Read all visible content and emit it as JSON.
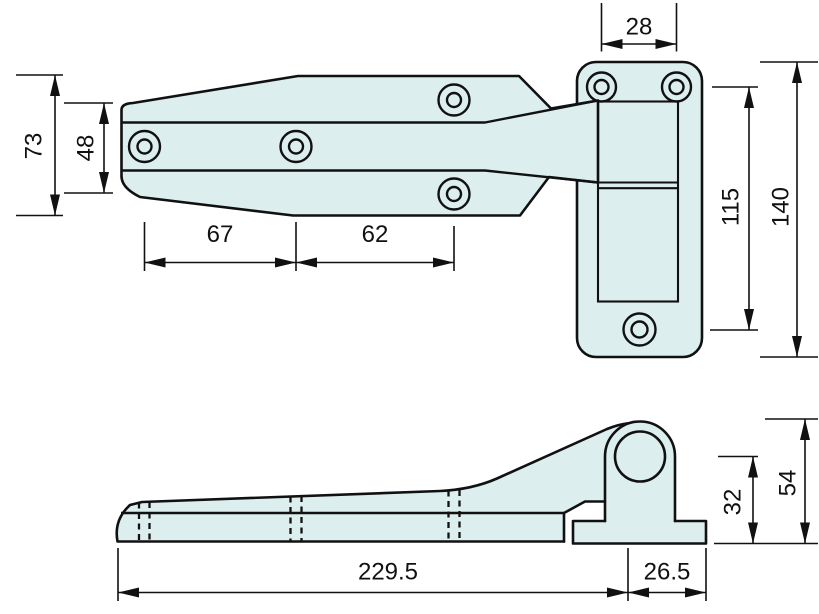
{
  "figure": {
    "type": "technical-drawing",
    "subject": "door hinge - two orthographic views with dimensions",
    "colors": {
      "body_fill": "#dceeee",
      "line": "#111111",
      "background": "#ffffff"
    },
    "top_view": {
      "dims": {
        "plate_hole_spacing": "28",
        "strap_flare_height": "73",
        "strap_end_height": "48",
        "hole_pitch_1": "67",
        "hole_pitch_2": "62",
        "plate_hole_vertical_pitch": "115",
        "plate_height": "140"
      }
    },
    "side_view": {
      "dims": {
        "strap_length": "229.5",
        "plate_width": "26.5",
        "pin_center_height": "32",
        "overall_height": "54"
      }
    }
  }
}
